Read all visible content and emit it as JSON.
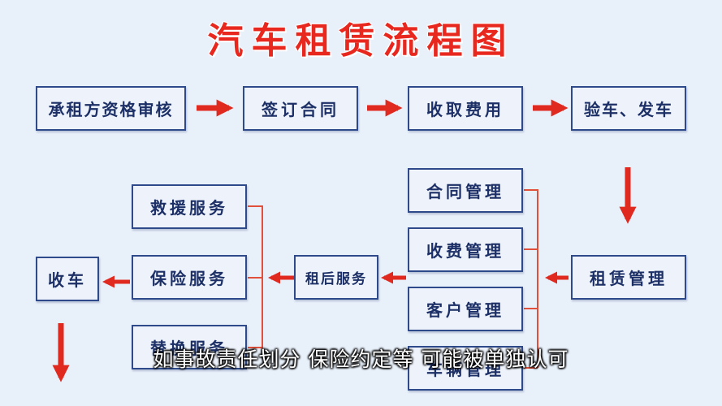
{
  "title": "汽车租赁流程图",
  "boxes": {
    "qualification": "承租方资格审核",
    "sign_contract": "签订合同",
    "collect_fees": "收取费用",
    "inspect_deliver": "验车、发车",
    "lease_management": "租赁管理",
    "contract_management": "合同管理",
    "fee_management": "收费管理",
    "customer_management": "客户管理",
    "vehicle_management": "车辆管理",
    "after_lease_service": "租后服务",
    "rescue_service": "救援服务",
    "insurance_service": "保险服务",
    "replacement_service": "替换服务",
    "return_car": "收车"
  },
  "caption": "如事故责任划分 保险约定等 可能被单独认可",
  "colors": {
    "title": "#e8281e",
    "arrow": "#e02a1f",
    "bracket": "#e0503a",
    "box_border": "#2e4a8a",
    "box_text": "#1c2f66",
    "background": "#e8f0fa"
  }
}
